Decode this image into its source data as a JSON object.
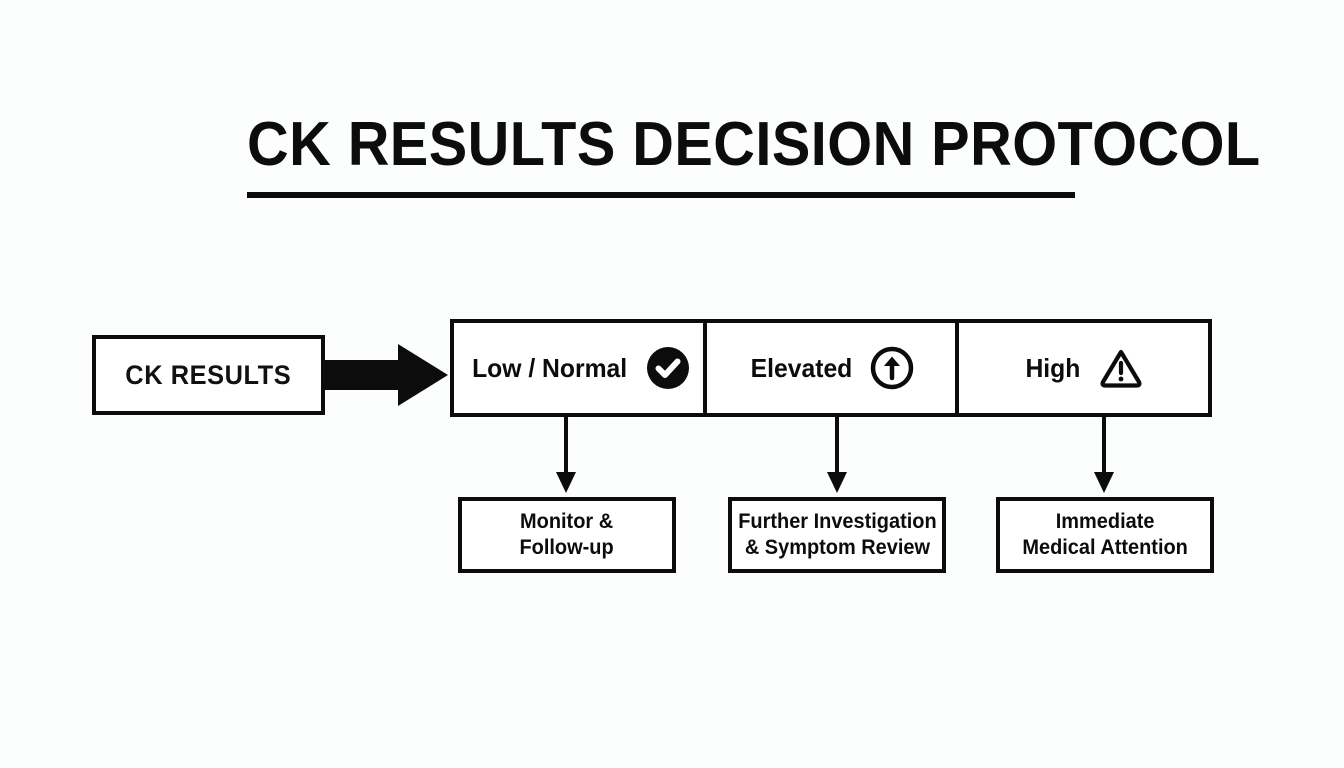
{
  "page": {
    "title": "CK RESULTS DECISION PROTOCOL",
    "background_color": "#fcfdfd",
    "ink_color": "#0c0c0c"
  },
  "source": {
    "label": "CK RESULTS",
    "arrow_icon": "right-block-arrow-icon"
  },
  "classification": {
    "cells": [
      {
        "label": "Low / Normal",
        "icon": "check-circle-filled-icon"
      },
      {
        "label": "Elevated",
        "icon": "arrow-up-circle-icon"
      },
      {
        "label": "High",
        "icon": "warning-triangle-icon"
      }
    ]
  },
  "connectors": [
    {
      "icon": "arrow-down-icon"
    },
    {
      "icon": "arrow-down-icon"
    },
    {
      "icon": "arrow-down-icon"
    }
  ],
  "outcomes": [
    {
      "label": "Monitor &\nFollow-up"
    },
    {
      "label": "Further Investigation\n& Symptom Review"
    },
    {
      "label": "Immediate\nMedical Attention"
    }
  ]
}
